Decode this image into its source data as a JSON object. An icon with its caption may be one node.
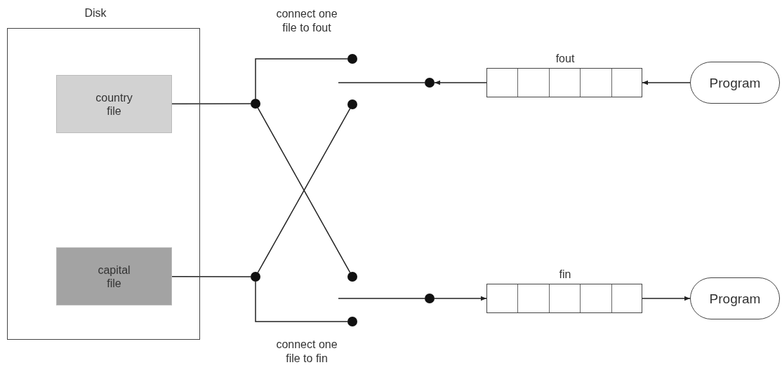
{
  "diagram": {
    "nodes": [
      {
        "text": [
          "Disk"
        ]
      },
      {
        "text": [
          "country file"
        ],
        "in": 0
      },
      {
        "text": [
          "capital file"
        ],
        "in": 0
      },
      {
        "text": [
          "fout"
        ]
      },
      {
        "text": [
          "fin"
        ]
      },
      {
        "text": [
          "Program"
        ]
      },
      {
        "text": [
          "Program"
        ]
      },
      {
        "text": [],
        "shape": "circle"
      },
      {
        "text": [],
        "shape": "circle"
      },
      {
        "text": [],
        "shape": "circle"
      },
      {
        "text": [],
        "shape": "circle"
      },
      {
        "text": [],
        "shape": "circle"
      },
      {
        "text": [],
        "shape": "circle"
      },
      {
        "text": [],
        "shape": "circle"
      },
      {
        "text": [],
        "shape": "circle"
      }
    ],
    "edges": [
      {
        "from": 1,
        "to": 7,
        "arrow": "none"
      },
      {
        "from": 7,
        "to": 8,
        "arrow": "none"
      },
      {
        "from": 7,
        "to": 12,
        "arrow": "none"
      },
      {
        "from": 2,
        "to": 11,
        "arrow": "none"
      },
      {
        "from": 11,
        "to": 9,
        "arrow": "none"
      },
      {
        "from": 11,
        "to": 13,
        "arrow": "none"
      },
      {
        "from": 3,
        "to": 10,
        "arrow": "to"
      },
      {
        "from": null,
        "to": 10,
        "arrow": "none"
      },
      {
        "from": 5,
        "to": 3,
        "arrow": "to"
      },
      {
        "from": null,
        "to": 14,
        "arrow": "none"
      },
      {
        "from": 14,
        "to": 4,
        "arrow": "to"
      },
      {
        "from": 4,
        "to": 6,
        "arrow": "to"
      }
    ],
    "labels": [
      "connect one file to fout",
      "connect one file to fin"
    ]
  }
}
